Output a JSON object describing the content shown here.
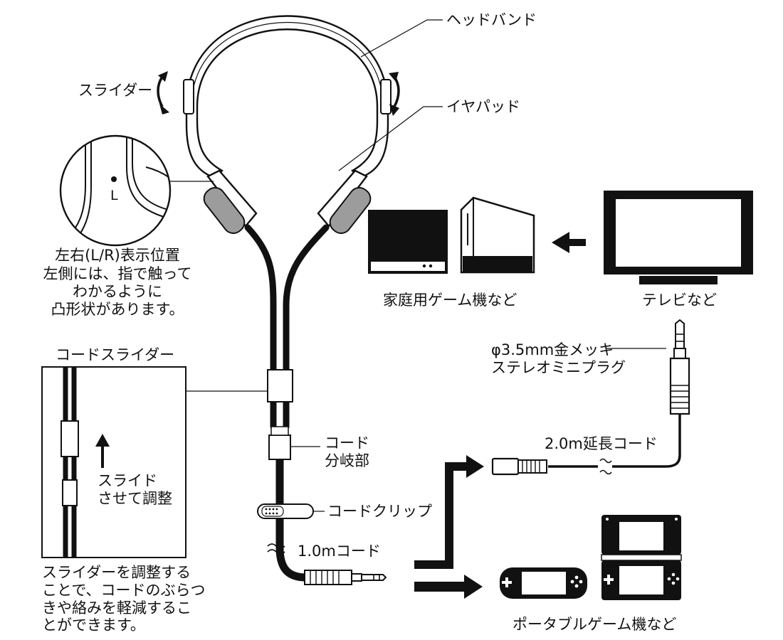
{
  "labels": {
    "headband": "ヘッドバンド",
    "slider": "スライダー",
    "earpad": "イヤパッド",
    "lr_marker": "L",
    "lr_title": "左右(L/R)表示位置",
    "lr_desc": "左側には、指で触って\nわかるように\n凸形状があります。",
    "cord_slider_title": "コードスライダー",
    "slide_adjust": "スライド\nさせて調整",
    "cord_slider_desc": "スライダーを調整する\nことで、コードのぶらつ\nきや絡みを軽減するこ\nとができます。",
    "cord_branch": "コード\n分岐部",
    "cord_clip": "コードクリップ",
    "cord_1m": "1.0mコード",
    "home_console": "家庭用ゲーム機など",
    "tv": "テレビなど",
    "plug": "φ3.5mm金メッキ\nステレオミニプラグ",
    "ext_cord": "2.0m延長コード",
    "portable": "ポータブルゲーム機など"
  },
  "icons": [
    "rotate-arrow-icon",
    "up-arrow-icon",
    "right-arrow-icon",
    "left-arrow-icon",
    "tilde-break-icon"
  ]
}
